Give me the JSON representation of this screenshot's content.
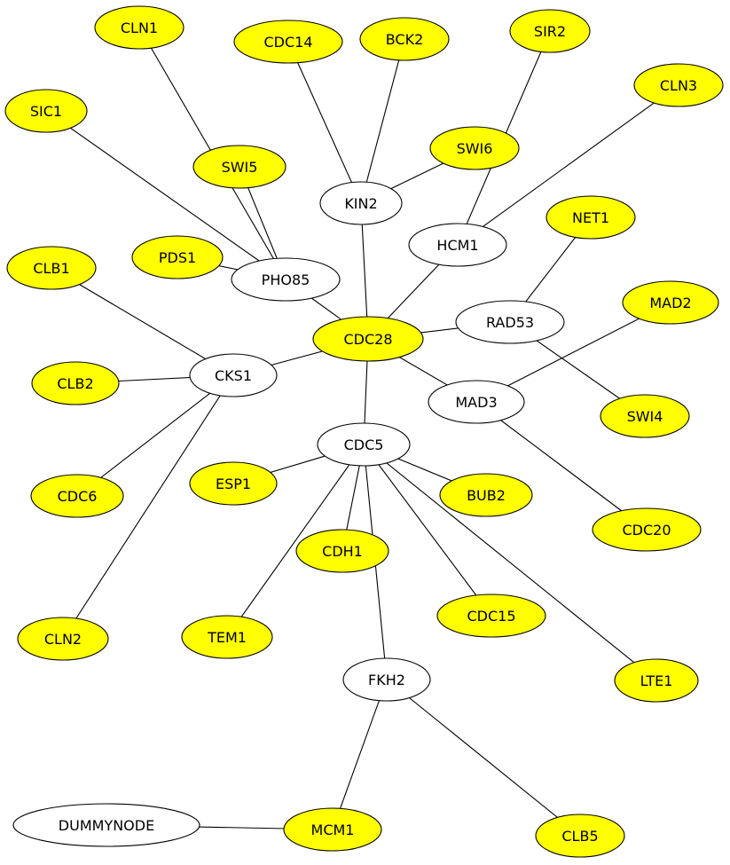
{
  "colors": {
    "highlight": "#ffff00",
    "plain": "#ffffff",
    "line": "#000000"
  },
  "nodes": {
    "CLN1": {
      "label": "CLN1",
      "highlighted": true
    },
    "CDC14": {
      "label": "CDC14",
      "highlighted": true
    },
    "BCK2": {
      "label": "BCK2",
      "highlighted": true
    },
    "SIR2": {
      "label": "SIR2",
      "highlighted": true
    },
    "CLN3": {
      "label": "CLN3",
      "highlighted": true
    },
    "SIC1": {
      "label": "SIC1",
      "highlighted": true
    },
    "SWI5": {
      "label": "SWI5",
      "highlighted": true
    },
    "SWI6": {
      "label": "SWI6",
      "highlighted": true
    },
    "KIN2": {
      "label": "KIN2",
      "highlighted": false
    },
    "HCM1": {
      "label": "HCM1",
      "highlighted": false
    },
    "NET1": {
      "label": "NET1",
      "highlighted": true
    },
    "PDS1": {
      "label": "PDS1",
      "highlighted": true
    },
    "PHO85": {
      "label": "PHO85",
      "highlighted": false
    },
    "CLB1": {
      "label": "CLB1",
      "highlighted": true
    },
    "MAD2": {
      "label": "MAD2",
      "highlighted": true
    },
    "CDC28": {
      "label": "CDC28",
      "highlighted": true
    },
    "RAD53": {
      "label": "RAD53",
      "highlighted": false
    },
    "CKS1": {
      "label": "CKS1",
      "highlighted": false
    },
    "CLB2": {
      "label": "CLB2",
      "highlighted": true
    },
    "MAD3": {
      "label": "MAD3",
      "highlighted": false
    },
    "SWI4": {
      "label": "SWI4",
      "highlighted": true
    },
    "CDC5": {
      "label": "CDC5",
      "highlighted": false
    },
    "ESP1": {
      "label": "ESP1",
      "highlighted": true
    },
    "BUB2": {
      "label": "BUB2",
      "highlighted": true
    },
    "CDC6": {
      "label": "CDC6",
      "highlighted": true
    },
    "CDC20": {
      "label": "CDC20",
      "highlighted": true
    },
    "CDH1": {
      "label": "CDH1",
      "highlighted": true
    },
    "CDC15": {
      "label": "CDC15",
      "highlighted": true
    },
    "CLN2": {
      "label": "CLN2",
      "highlighted": true
    },
    "TEM1": {
      "label": "TEM1",
      "highlighted": true
    },
    "LTE1": {
      "label": "LTE1",
      "highlighted": true
    },
    "FKH2": {
      "label": "FKH2",
      "highlighted": false
    },
    "DUMMYNODE": {
      "label": "DUMMYNODE",
      "highlighted": false
    },
    "MCM1": {
      "label": "MCM1",
      "highlighted": true
    },
    "CLB5": {
      "label": "CLB5",
      "highlighted": true
    }
  },
  "edges": [
    [
      "CLN1",
      "PHO85"
    ],
    [
      "SIC1",
      "PHO85"
    ],
    [
      "SWI5",
      "PHO85"
    ],
    [
      "PDS1",
      "PHO85"
    ],
    [
      "PHO85",
      "CDC28"
    ],
    [
      "CDC14",
      "KIN2"
    ],
    [
      "BCK2",
      "KIN2"
    ],
    [
      "SWI6",
      "KIN2"
    ],
    [
      "KIN2",
      "CDC28"
    ],
    [
      "SIR2",
      "HCM1"
    ],
    [
      "CLN3",
      "HCM1"
    ],
    [
      "HCM1",
      "CDC28"
    ],
    [
      "NET1",
      "RAD53"
    ],
    [
      "RAD53",
      "SWI4"
    ],
    [
      "CDC28",
      "RAD53"
    ],
    [
      "CLB1",
      "CKS1"
    ],
    [
      "CLB2",
      "CKS1"
    ],
    [
      "CDC6",
      "CKS1"
    ],
    [
      "CLN2",
      "CKS1"
    ],
    [
      "CKS1",
      "CDC28"
    ],
    [
      "CDC28",
      "MAD3"
    ],
    [
      "MAD2",
      "MAD3"
    ],
    [
      "MAD3",
      "CDC20"
    ],
    [
      "CDC28",
      "CDC5"
    ],
    [
      "ESP1",
      "CDC5"
    ],
    [
      "CDC5",
      "BUB2"
    ],
    [
      "CDC5",
      "CDH1"
    ],
    [
      "CDC5",
      "TEM1"
    ],
    [
      "CDC5",
      "CDC15"
    ],
    [
      "CDC5",
      "LTE1"
    ],
    [
      "CDC5",
      "FKH2"
    ],
    [
      "FKH2",
      "MCM1"
    ],
    [
      "FKH2",
      "CLB5"
    ],
    [
      "DUMMYNODE",
      "MCM1"
    ]
  ]
}
